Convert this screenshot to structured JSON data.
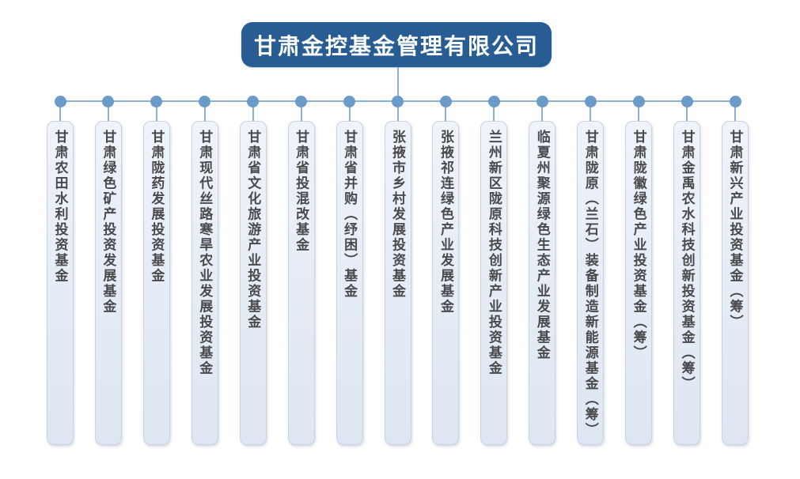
{
  "chart": {
    "root": {
      "label": "甘肃金控基金管理有限公司"
    },
    "funds": [
      "甘肃农田水利投资基金",
      "甘肃绿色矿产投资发展基金",
      "甘肃陇药发展投资基金",
      "甘肃现代丝路寒旱农业发展投资基金",
      "甘肃省文化旅游产业投资基金",
      "甘肃省投混改基金",
      "甘肃省并购（纾困）基金",
      "张掖市乡村发展投资基金",
      "张掖祁连绿色产业发展基金",
      "兰州新区陇原科技创新产业投资基金",
      "临夏州聚源绿色生态产业发展基金",
      "甘肃陇原（兰石）装备制造新能源基金（筹）",
      "甘肃陇徽绿色产业投资基金（筹）",
      "甘肃金禹农水科技创新投资基金（筹）",
      "甘肃新兴产业投资基金（筹）"
    ]
  },
  "colors": {
    "background": "#ffffff",
    "root_bg": "#275d93",
    "root_text": "#ffffff",
    "connector": "#8aafd9",
    "node_dot": "#6d9bc9",
    "node_bg_top": "#eff3fa",
    "node_bg_bottom": "#dde6f2",
    "node_border": "#c9d3e2",
    "node_text": "#4a4a4c"
  }
}
